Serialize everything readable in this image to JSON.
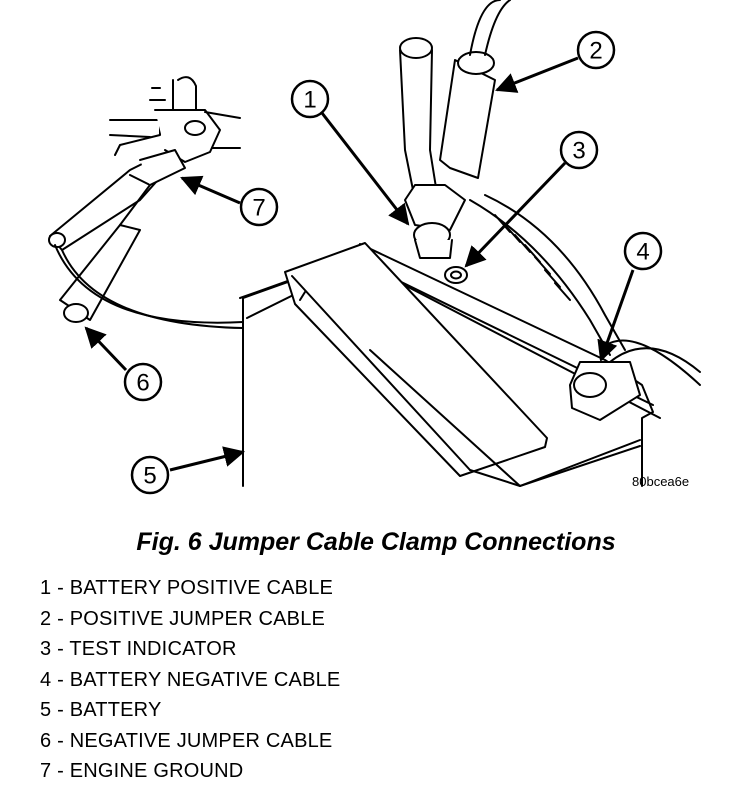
{
  "figure": {
    "code": "80bcea6e",
    "caption": "Fig. 6 Jumper Cable Clamp Connections",
    "callouts": [
      "1",
      "2",
      "3",
      "4",
      "5",
      "6",
      "7"
    ],
    "legend": [
      "1 - BATTERY POSITIVE CABLE",
      "2 - POSITIVE JUMPER CABLE",
      "3 - TEST INDICATOR",
      "4 - BATTERY NEGATIVE CABLE",
      "5 - BATTERY",
      "6 - NEGATIVE JUMPER CABLE",
      "7 - ENGINE GROUND"
    ]
  }
}
